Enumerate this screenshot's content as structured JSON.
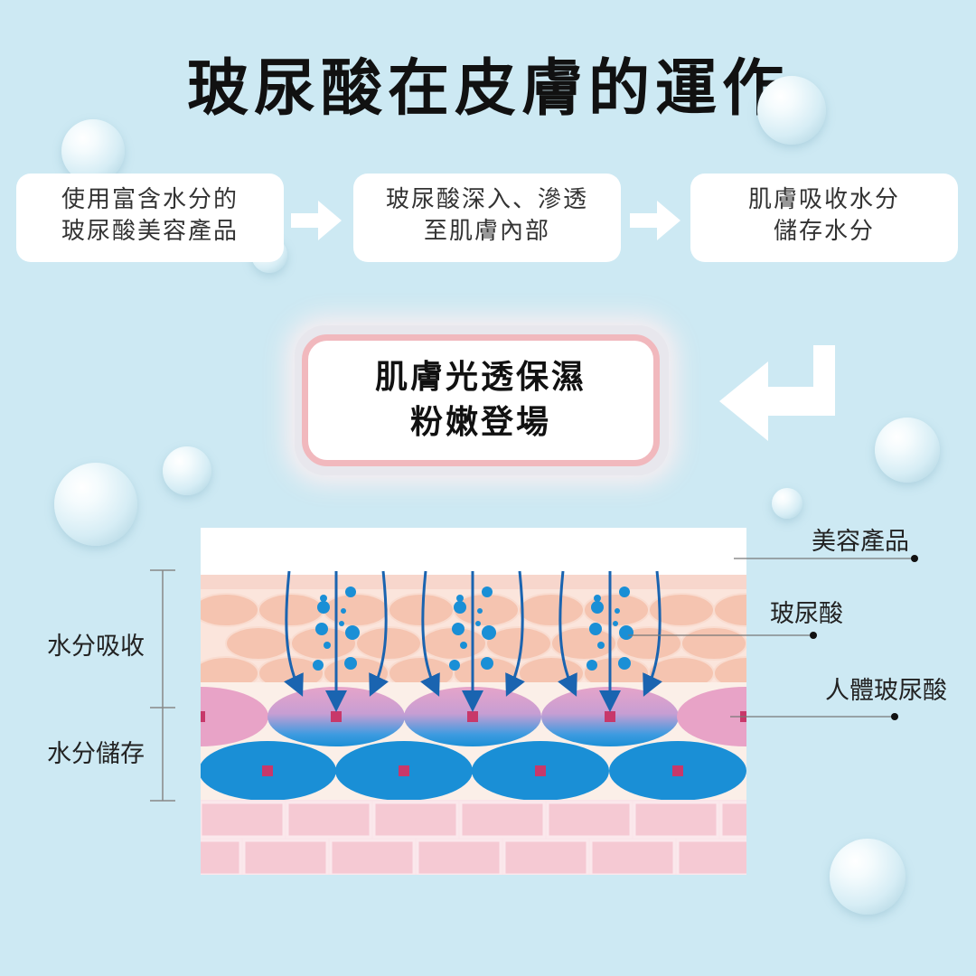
{
  "title": "玻尿酸在皮膚的運作",
  "steps": [
    {
      "line1": "使用富含水分的",
      "line2": "玻尿酸美容產品"
    },
    {
      "line1": "玻尿酸深入、滲透",
      "line2": "至肌膚內部"
    },
    {
      "line1": "肌膚吸收水分",
      "line2": "儲存水分"
    }
  ],
  "result": {
    "line1": "肌膚光透保濕",
    "line2": "粉嫩登場"
  },
  "left_labels": {
    "absorb": "水分吸收",
    "store": "水分儲存"
  },
  "right_labels": {
    "product": "美容產品",
    "ha": "玻尿酸",
    "human_ha": "人體玻尿酸"
  },
  "colors": {
    "background": "#cde9f3",
    "accent_blue": "#1a8fd6",
    "arrow_blue": "#1a64b0",
    "skin_cell": "#f5c4b0",
    "pink_cell": "#e8a3c7",
    "marker": "#c8386a",
    "base_tile": "#f5c9d3",
    "result_border": "#f1b8bd"
  },
  "icons": [
    "right-arrow-icon",
    "return-arrow-icon",
    "water-droplet-icon",
    "bubble-icon"
  ]
}
